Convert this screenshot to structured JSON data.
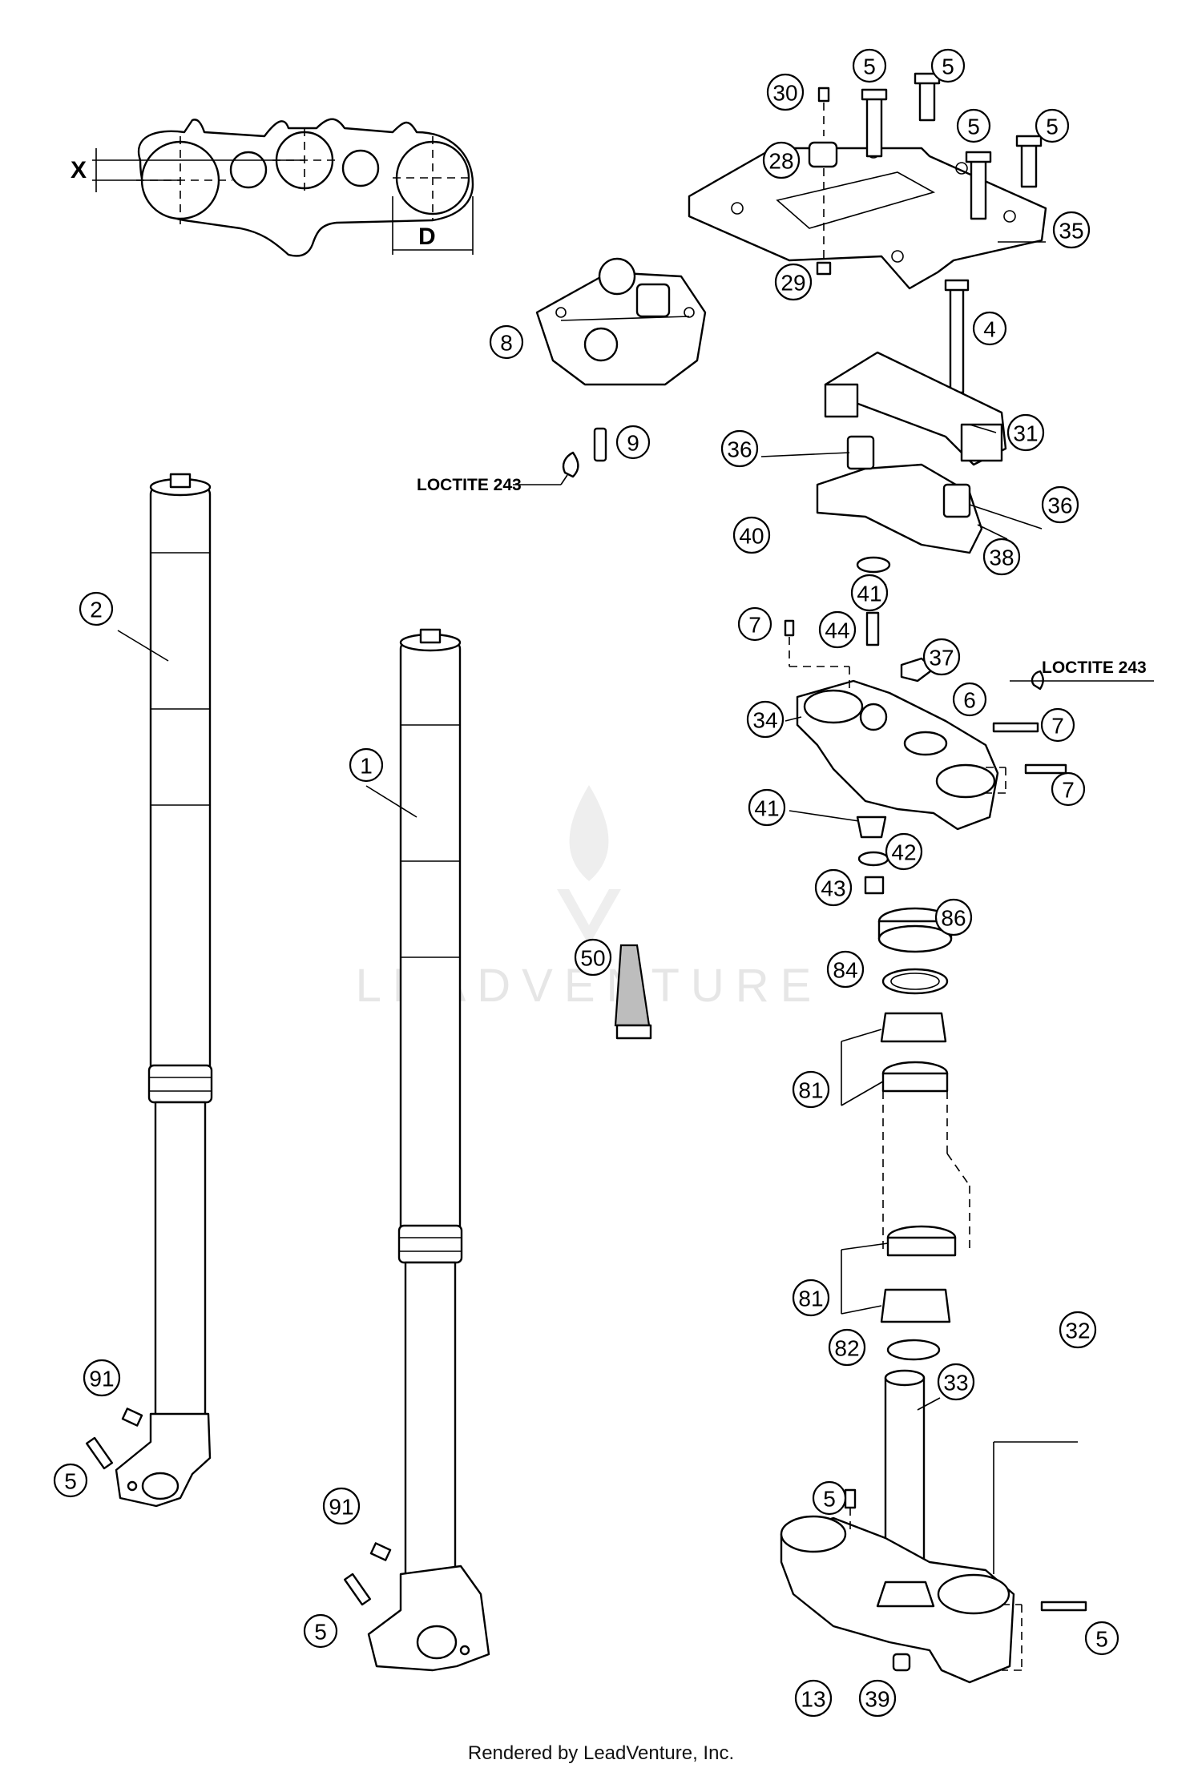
{
  "callouts": [
    {
      "id": "1",
      "label": "1"
    },
    {
      "id": "2",
      "label": "2"
    },
    {
      "id": "4",
      "label": "4"
    },
    {
      "id": "5a",
      "label": "5"
    },
    {
      "id": "5b",
      "label": "5"
    },
    {
      "id": "5c",
      "label": "5"
    },
    {
      "id": "5d",
      "label": "5"
    },
    {
      "id": "5e",
      "label": "5"
    },
    {
      "id": "5f",
      "label": "5"
    },
    {
      "id": "5g",
      "label": "5"
    },
    {
      "id": "5h",
      "label": "5"
    },
    {
      "id": "6",
      "label": "6"
    },
    {
      "id": "7a",
      "label": "7"
    },
    {
      "id": "7b",
      "label": "7"
    },
    {
      "id": "7c",
      "label": "7"
    },
    {
      "id": "8",
      "label": "8"
    },
    {
      "id": "9",
      "label": "9"
    },
    {
      "id": "13",
      "label": "13"
    },
    {
      "id": "28",
      "label": "28"
    },
    {
      "id": "29",
      "label": "29"
    },
    {
      "id": "30",
      "label": "30"
    },
    {
      "id": "31",
      "label": "31"
    },
    {
      "id": "32",
      "label": "32"
    },
    {
      "id": "33",
      "label": "33"
    },
    {
      "id": "34",
      "label": "34"
    },
    {
      "id": "35",
      "label": "35"
    },
    {
      "id": "36a",
      "label": "36"
    },
    {
      "id": "36b",
      "label": "36"
    },
    {
      "id": "37",
      "label": "37"
    },
    {
      "id": "38",
      "label": "38"
    },
    {
      "id": "39",
      "label": "39"
    },
    {
      "id": "40",
      "label": "40"
    },
    {
      "id": "41a",
      "label": "41"
    },
    {
      "id": "41b",
      "label": "41"
    },
    {
      "id": "42",
      "label": "42"
    },
    {
      "id": "43",
      "label": "43"
    },
    {
      "id": "44",
      "label": "44"
    },
    {
      "id": "50",
      "label": "50"
    },
    {
      "id": "81a",
      "label": "81"
    },
    {
      "id": "81b",
      "label": "81"
    },
    {
      "id": "82",
      "label": "82"
    },
    {
      "id": "84",
      "label": "84"
    },
    {
      "id": "86",
      "label": "86"
    },
    {
      "id": "91a",
      "label": "91"
    },
    {
      "id": "91b",
      "label": "91"
    }
  ],
  "labels": {
    "loctite_left": "LOCTITE 243",
    "loctite_right": "LOCTITE 243",
    "dim_x": "X",
    "dim_d": "D"
  },
  "watermark": "LEADVENTURE",
  "footer": "Rendered by LeadVenture, Inc."
}
